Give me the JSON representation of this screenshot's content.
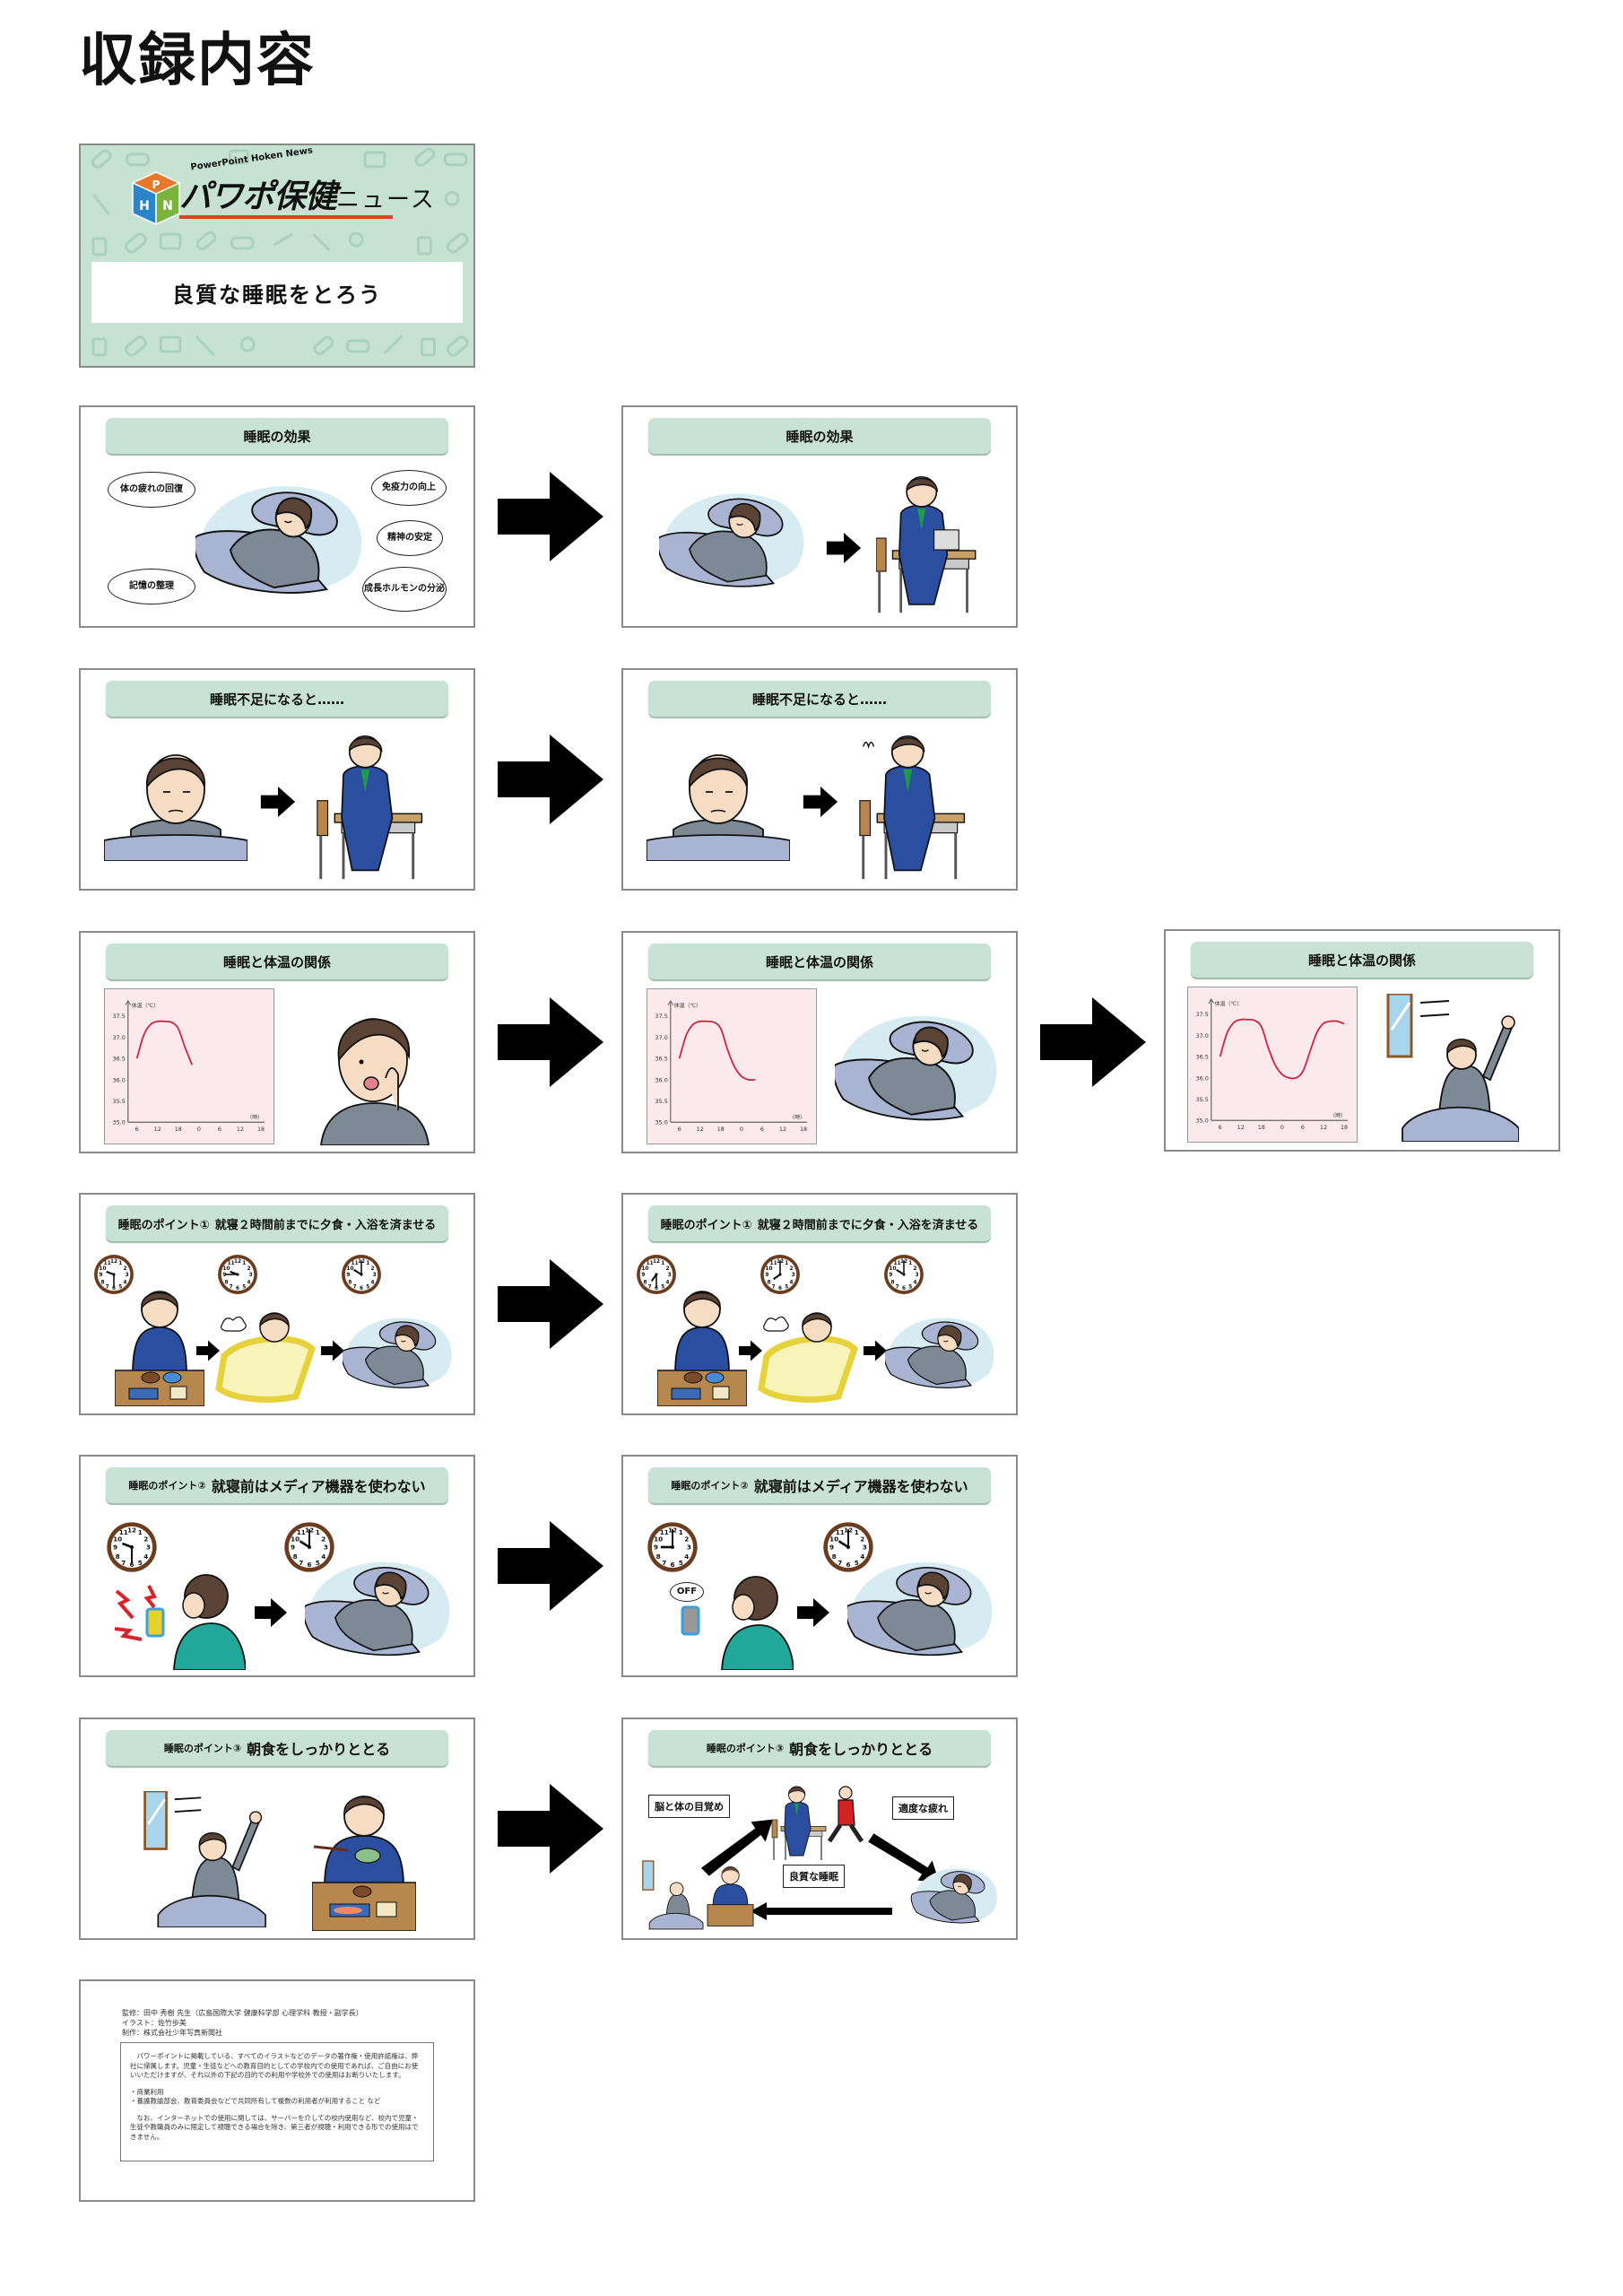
{
  "page": {
    "title": "収録内容"
  },
  "cover": {
    "logo_subtitle": "PowerPoint Hoken News",
    "logo_letters": [
      "P",
      "H",
      "N"
    ],
    "logo_main": "パワポ保健",
    "logo_news": "ニュース",
    "title": "良質な睡眠をとろう",
    "colors": {
      "background": "#c6e2d3",
      "logo_underline": "#d8432c"
    }
  },
  "slides": {
    "effect_1": {
      "header": "睡眠の効果",
      "bubbles": [
        "体の疲れの回復",
        "記憶の整理",
        "免疫力の向上",
        "精神の安定",
        "成長ホルモンの分泌"
      ]
    },
    "effect_2": {
      "header": "睡眠の効果"
    },
    "lack_1": {
      "header": "睡眠不足になると……"
    },
    "lack_2": {
      "header": "睡眠不足になると……"
    },
    "temp_1": {
      "header": "睡眠と体温の関係"
    },
    "temp_2": {
      "header": "睡眠と体温の関係"
    },
    "temp_3": {
      "header": "睡眠と体温の関係"
    },
    "point1_1": {
      "header_small": "睡眠のポイント①",
      "header_main": "就寝２時間前までに夕食・入浴を済ませる",
      "clocks": [
        "8:30",
        "8:45",
        "10:00"
      ]
    },
    "point1_2": {
      "header_small": "睡眠のポイント①",
      "header_main": "就寝２時間前までに夕食・入浴を済ませる",
      "clocks": [
        "7:30",
        "8:00",
        "10:00"
      ]
    },
    "point2_1": {
      "header_small": "睡眠のポイント②",
      "header_main": "就寝前はメディア機器を使わない",
      "clocks": [
        "9:30",
        "10:00"
      ]
    },
    "point2_2": {
      "header_small": "睡眠のポイント②",
      "header_main": "就寝前はメディア機器を使わない",
      "clocks": [
        "9:00",
        "10:00"
      ],
      "speech": "OFF"
    },
    "point3_1": {
      "header_small": "睡眠のポイント③",
      "header_main": "朝食をしっかりととる"
    },
    "point3_2": {
      "header_small": "睡眠のポイント③",
      "header_main": "朝食をしっかりととる",
      "labels": [
        "脳と体の目覚め",
        "適度な疲れ",
        "良質な睡眠"
      ]
    },
    "credits": {
      "lines": [
        "監修：田中 秀樹 先生（広島国際大学 健康科学部 心理学科 教授・副学長）",
        "イラスト：佐竹歩美",
        "制作：株式会社少年写真新聞社"
      ],
      "notice_paragraphs": [
        "　パワーポイントに掲載している、すべてのイラストなどのデータの著作権・使用許諾権は、弊社に帰属します。児童・生徒などへの教育目的としての学校内での使用であれば、ご自由にお使いいただけますが、それ以外の下記の目的での利用や学校外での使用はお断りいたします。",
        "・商業利用\n・養護教諭部会、教育委員会などで共同所有して複数の利用者が利用すること など",
        "　なお、インターネットでの使用に関しては、サーバーを介しての校内使用など、校内で児童・生徒や教職員のみに限定して視聴できる場合を除き、第三者が視聴・利用できる形での使用はできません。"
      ]
    }
  },
  "colors": {
    "header_bar": "#c8e3d5",
    "chart_bg": "#fbe9ee",
    "curve": "#d0223f",
    "pajama": "#7d8a96",
    "blanket": "#a9b4d2",
    "uniform": "#2a4fa0",
    "hair": "#5a4334",
    "skin": "#f7dcc4"
  },
  "chart_data": [
    {
      "type": "line",
      "title": "体温（℃）",
      "xlabel": "（時）",
      "ylabel": "体温（℃）",
      "x_ticks": [
        "6",
        "12",
        "18",
        "0",
        "6",
        "12",
        "18"
      ],
      "y_ticks": [
        "35.0",
        "35.5",
        "36.0",
        "36.5",
        "37.0",
        "37.5"
      ],
      "ylim": [
        35.0,
        37.5
      ],
      "x_hours": [
        6,
        8,
        10,
        12,
        14,
        16,
        18,
        20,
        22
      ],
      "series": [
        {
          "name": "体温",
          "values": [
            36.5,
            37.05,
            37.3,
            37.37,
            37.37,
            37.35,
            37.2,
            36.75,
            36.35
          ]
        }
      ]
    },
    {
      "type": "line",
      "title": "体温（℃）",
      "xlabel": "（時）",
      "ylabel": "体温（℃）",
      "x_ticks": [
        "6",
        "12",
        "18",
        "0",
        "6",
        "12",
        "18"
      ],
      "y_ticks": [
        "35.0",
        "35.5",
        "36.0",
        "36.5",
        "37.0",
        "37.5"
      ],
      "ylim": [
        35.0,
        37.5
      ],
      "x_hours": [
        6,
        8,
        10,
        12,
        14,
        16,
        18,
        20,
        22,
        24,
        26,
        28
      ],
      "series": [
        {
          "name": "体温",
          "values": [
            36.5,
            37.05,
            37.3,
            37.37,
            37.37,
            37.35,
            37.2,
            36.7,
            36.3,
            36.08,
            36.0,
            36.0
          ]
        }
      ]
    },
    {
      "type": "line",
      "title": "体温（℃）",
      "xlabel": "（時）",
      "ylabel": "体温（℃）",
      "x_ticks": [
        "6",
        "12",
        "18",
        "0",
        "6",
        "12",
        "18"
      ],
      "y_ticks": [
        "35.0",
        "35.5",
        "36.0",
        "36.5",
        "37.0",
        "37.5"
      ],
      "ylim": [
        35.0,
        37.5
      ],
      "x_hours": [
        6,
        8,
        10,
        12,
        14,
        16,
        18,
        20,
        22,
        24,
        26,
        28,
        30,
        32,
        34,
        36,
        38,
        40,
        42
      ],
      "series": [
        {
          "name": "体温",
          "values": [
            36.5,
            37.05,
            37.3,
            37.37,
            37.37,
            37.35,
            37.2,
            36.7,
            36.3,
            36.08,
            36.0,
            36.0,
            36.15,
            36.6,
            37.05,
            37.28,
            37.33,
            37.33,
            37.27
          ]
        }
      ]
    }
  ]
}
